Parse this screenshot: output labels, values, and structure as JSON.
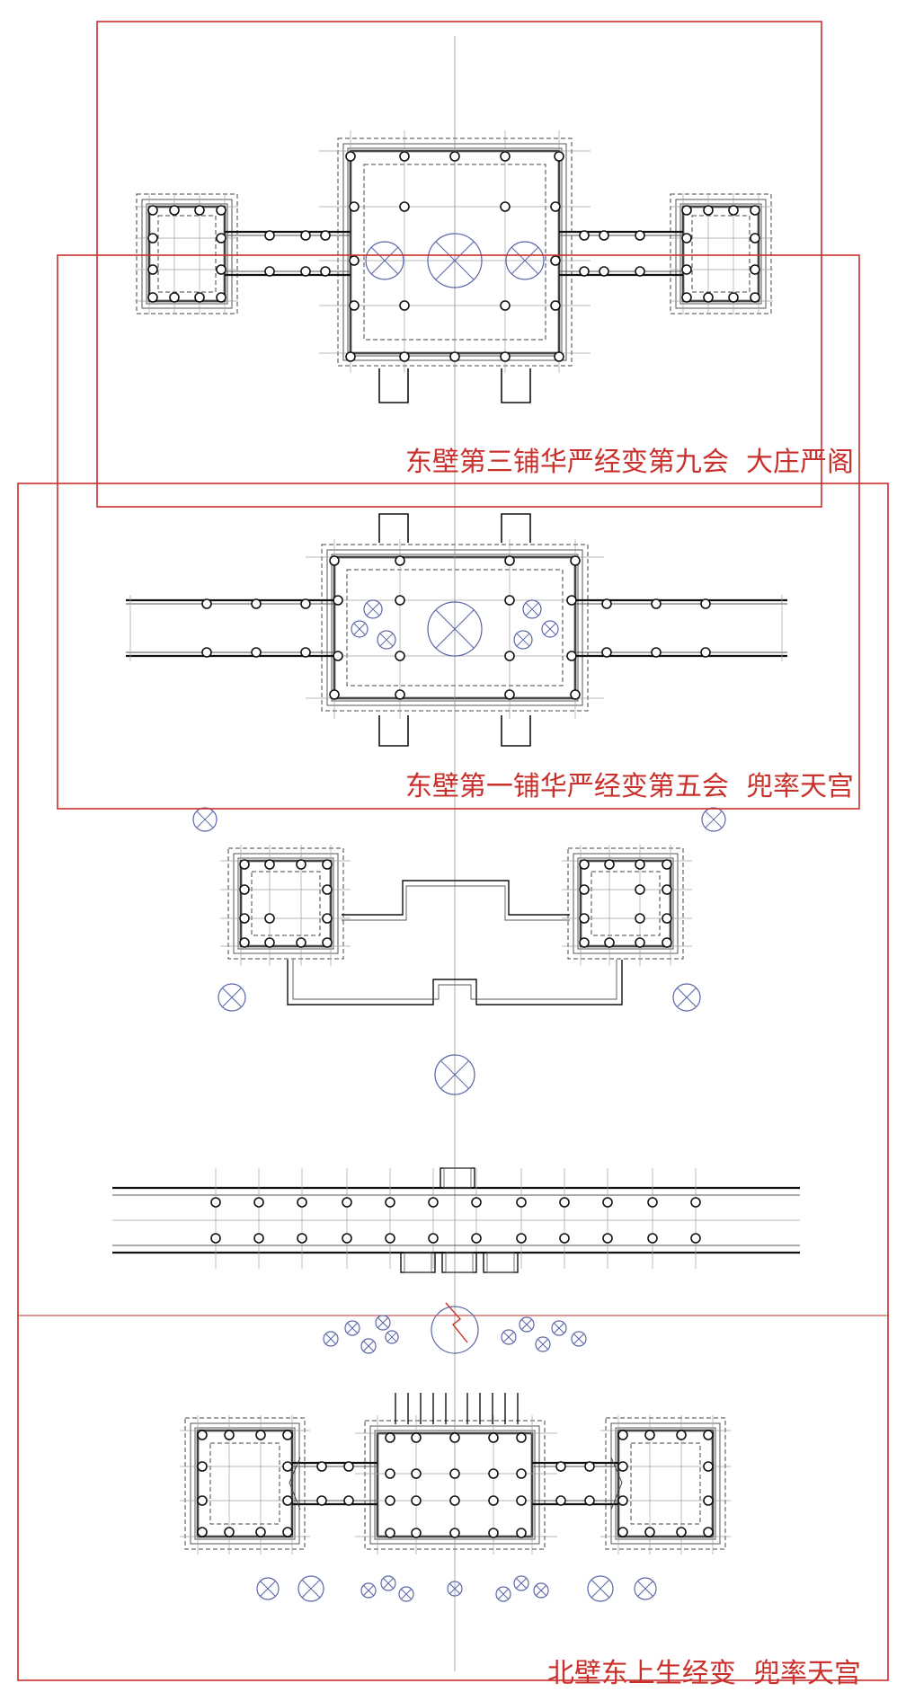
{
  "colors": {
    "frame": "#c9302c",
    "caption": "#c9302c",
    "ink": "#111111",
    "thin": "#555555",
    "grid": "#a0a0a0",
    "dash": "#444444",
    "blue": "#5a66a8"
  },
  "captions": {
    "box1": "东壁第三铺华严经变第九会  大庄严阁",
    "box2": "东壁第一铺华严经变第五会  兜率天宫",
    "box3": "北壁东上生经变  兜率天宫"
  },
  "icons": {
    "column": "column-circle-icon",
    "tree": "tree-cross-circle-icon",
    "north": "north-arrow-icon"
  }
}
